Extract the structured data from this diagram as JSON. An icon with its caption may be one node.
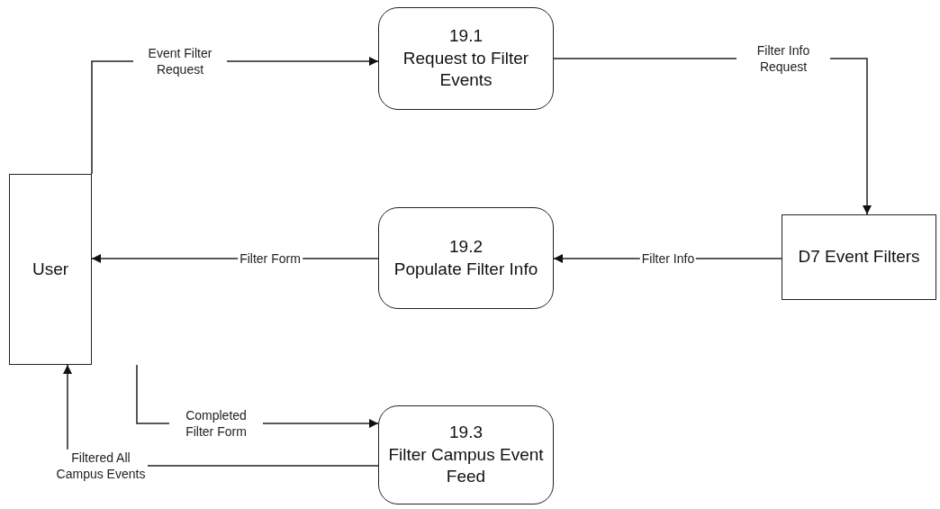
{
  "diagram": {
    "nodes": [
      {
        "text": [
          "User"
        ]
      },
      {
        "text": [
          "19.1",
          "Request to Filter Events"
        ]
      },
      {
        "text": [
          "19.2",
          "Populate Filter Info"
        ]
      },
      {
        "text": [
          "D7 Event Filters"
        ]
      },
      {
        "text": [
          "19.3",
          "Filter Campus Event Feed"
        ]
      }
    ],
    "edges": [
      {
        "from": 0,
        "to": 1,
        "arrow": "to",
        "label": "Event Filter Request"
      },
      {
        "from": 1,
        "to": 3,
        "arrow": "to",
        "label": "Filter Info Request"
      },
      {
        "from": 3,
        "to": 2,
        "arrow": "to",
        "label": "Filter Info"
      },
      {
        "from": 2,
        "to": 0,
        "arrow": "to",
        "label": "Filter Form"
      },
      {
        "from": 0,
        "to": 4,
        "arrow": "to",
        "label": "Completed Filter Form"
      },
      {
        "from": 4,
        "to": 0,
        "arrow": "to",
        "label": "Filtered All Campus Events"
      }
    ]
  }
}
